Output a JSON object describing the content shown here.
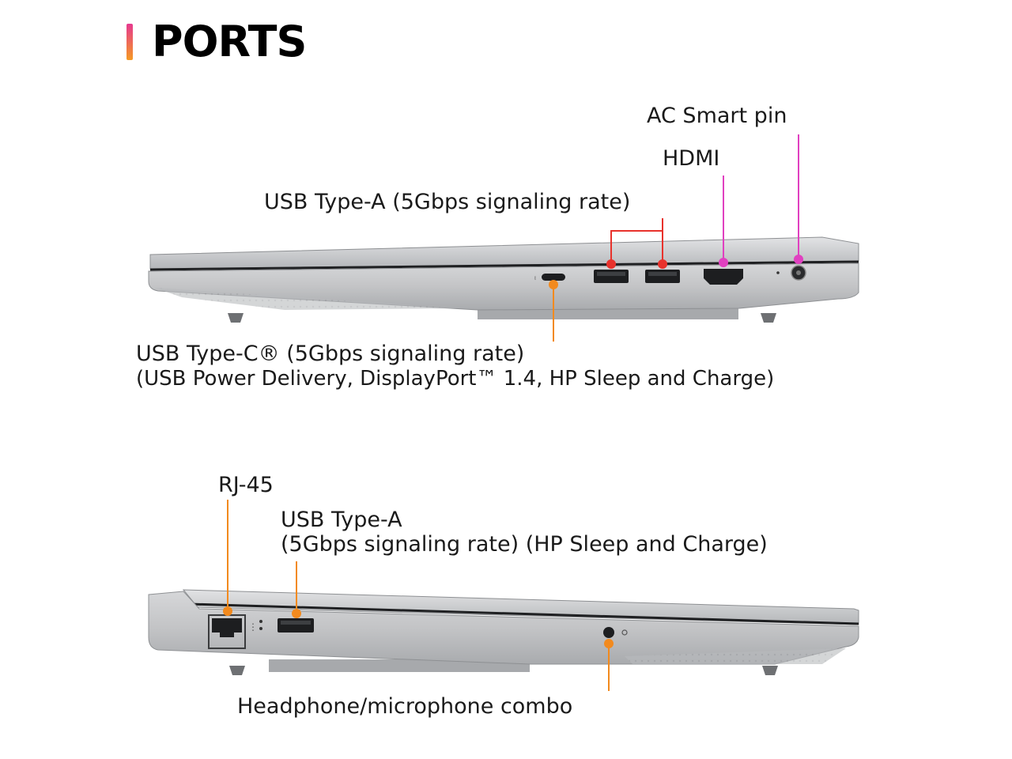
{
  "page": {
    "title": "PORTS"
  },
  "colors": {
    "accent_orange": "#f28a1e",
    "accent_red": "#e8322c",
    "accent_magenta": "#e040c0",
    "title_bar_top": "#e6398f",
    "title_bar_bottom": "#f59a23",
    "chassis": "#c3c4c6",
    "chassis_dark": "#9ea0a3",
    "text": "#1a1a1a"
  },
  "labels": {
    "ac_smart_pin": "AC Smart pin",
    "hdmi": "HDMI",
    "usb_a_top": "USB Type-A (5Gbps signaling rate)",
    "usb_c_line1": "USB Type-C® (5Gbps signaling rate)",
    "usb_c_line2": "(USB Power Delivery, DisplayPort™ 1.4, HP Sleep and Charge)",
    "rj45": "RJ-45",
    "usb_a_bottom_line1": "USB Type-A",
    "usb_a_bottom_line2": "(5Gbps signaling rate) (HP Sleep and Charge)",
    "headphone": "Headphone/microphone combo"
  },
  "icons": [
    "usb-c-port-icon",
    "usb-a-port-icon",
    "hdmi-port-icon",
    "power-pin-icon",
    "rj45-port-icon",
    "audio-jack-icon"
  ]
}
